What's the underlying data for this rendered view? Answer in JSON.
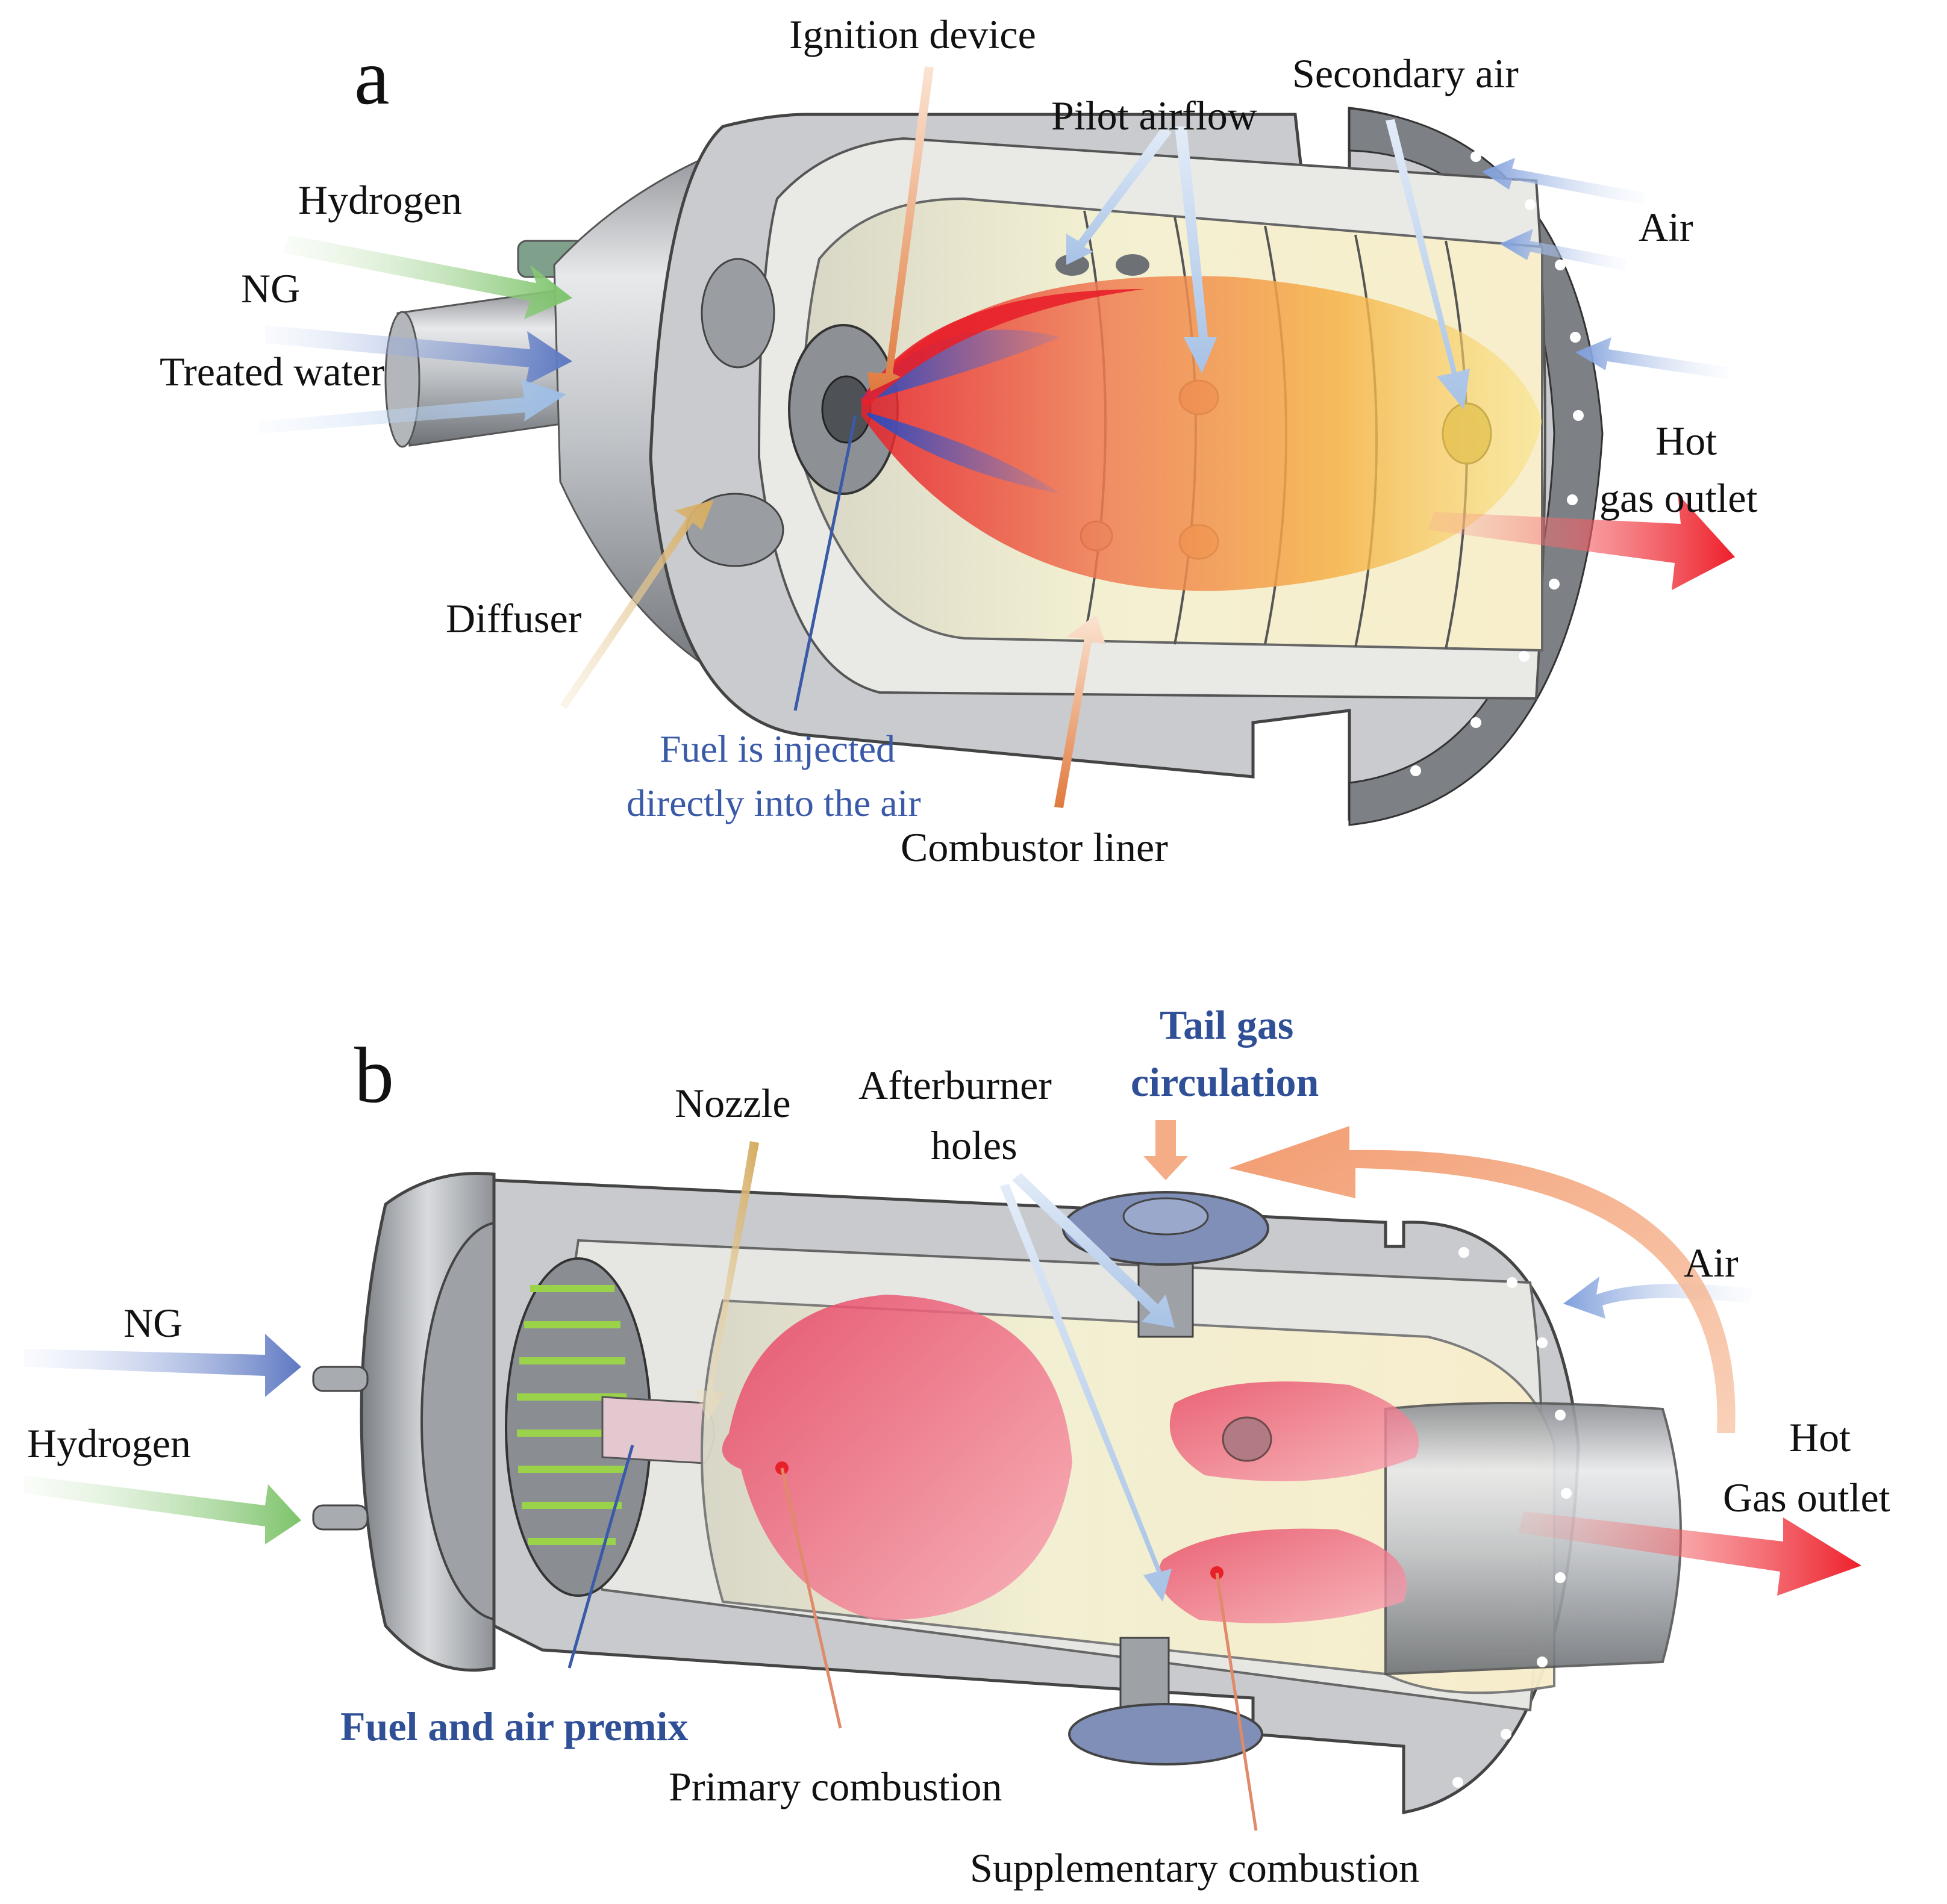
{
  "panel_a": {
    "letter": "a",
    "labels": {
      "ignition_device": "Ignition device",
      "secondary_air": "Secondary air",
      "pilot_airflow": "Pilot airflow",
      "hydrogen": "Hydrogen",
      "air": "Air",
      "ng": "NG",
      "treated_water": "Treated water",
      "hot": "Hot",
      "gas_outlet": "gas outlet",
      "diffuser": "Diffuser",
      "fuel_injected_line1": "Fuel is injected",
      "fuel_injected_line2": "directly into the air",
      "combustor_liner": "Combustor liner"
    }
  },
  "panel_b": {
    "letter": "b",
    "labels": {
      "tail_gas_line1": "Tail gas",
      "tail_gas_line2": "circulation",
      "nozzle": "Nozzle",
      "afterburner_line1": "Afterburner",
      "afterburner_line2": "holes",
      "air": "Air",
      "ng": "NG",
      "hydrogen": "Hydrogen",
      "hot": "Hot",
      "gas_outlet": "Gas outlet",
      "fuel_air_premix": "Fuel and air premix",
      "primary_combustion": "Primary combustion",
      "supplementary_combustion": "Supplementary combustion"
    }
  },
  "colors": {
    "hydrogen_arrow": "#8cc97a",
    "ng_arrow": "#6f8fd0",
    "water_arrow": "#9fc0e8",
    "hot_arrow": "#ee2a34",
    "flame_red": "#e8202a",
    "flame_blue": "#2f49b8",
    "flame_yellow": "#f6c23c",
    "premix_pink": "#ec5a7a",
    "label_blue": "#2f4f97",
    "tail_orange": "#f3a47a"
  }
}
